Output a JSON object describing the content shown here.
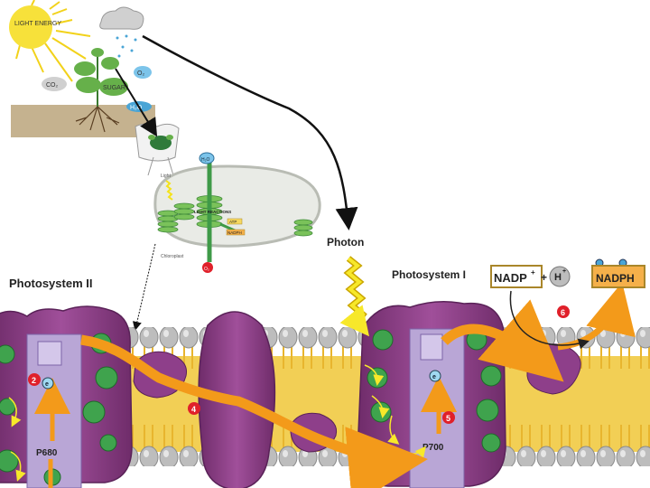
{
  "colors": {
    "membrane_purple": "#8e3f8a",
    "membrane_purple_dark": "#6b2a66",
    "lipid_yellow": "#f2cf55",
    "lipid_head_gray": "#b8b8b8",
    "pigment_green": "#3a9a4a",
    "electron_arrow_orange": "#f39a1a",
    "photon_yellow": "#f4e21a",
    "nadph_orange": "#f5b04a",
    "step_badge_red": "#e0202a",
    "chloroplast_fill": "#e9ebe6",
    "ground_brown": "#c5b28f"
  },
  "plant_inset": {
    "sun_label": "LIGHT ENERGY",
    "co2_label": "CO₂",
    "o2_label": "O₂",
    "sugar_label": "SUGAR",
    "h2o_label": "H₂O"
  },
  "chloroplast_inset": {
    "light_label": "Light",
    "h2o_label": "H₂O",
    "reactions_label": "LIGHT REACTIONS",
    "atp_label": "ATP",
    "nadph_label": "NADPH",
    "chloroplast_label": "Chloroplast",
    "o2_label": "O₂"
  },
  "labels": {
    "photon": "Photon",
    "photosystem_ii": "Photosystem II",
    "photosystem_i": "Photosystem I",
    "p680": "P680",
    "p700": "P700",
    "nadp": "NADP",
    "nadp_sup": "+",
    "plus": "+",
    "hydrogen": "H",
    "hydrogen_sup": "+",
    "nadph": "NADPH",
    "electron": "e",
    "electron_sup": "−"
  },
  "steps": {
    "s2": "2",
    "s4": "4",
    "s5": "5",
    "s6": "6"
  }
}
